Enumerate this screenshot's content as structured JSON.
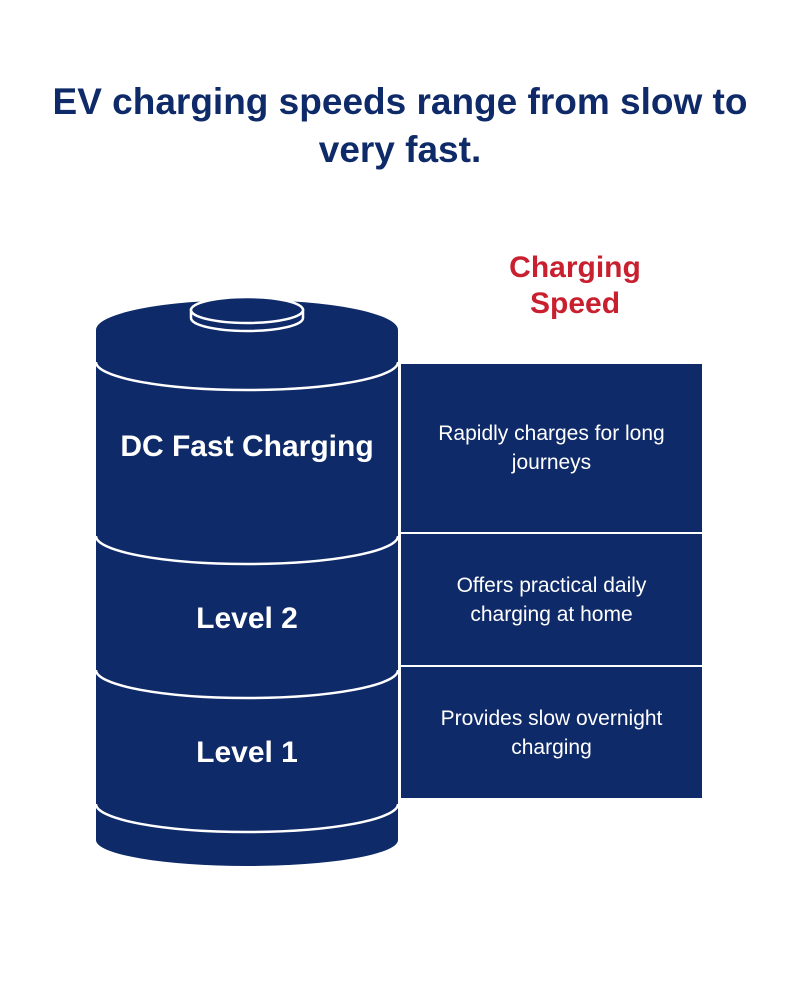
{
  "title": "EV charging speeds range from slow to very fast.",
  "axis_label": "Charging Speed",
  "levels": [
    {
      "name": "DC Fast Charging",
      "description": "Rapidly charges for long journeys"
    },
    {
      "name": "Level 2",
      "description": "Offers practical daily charging at home"
    },
    {
      "name": "Level 1",
      "description": "Provides slow overnight charging"
    }
  ],
  "colors": {
    "primary": "#0f2a68",
    "accent": "#c8202e",
    "background": "#ffffff"
  }
}
